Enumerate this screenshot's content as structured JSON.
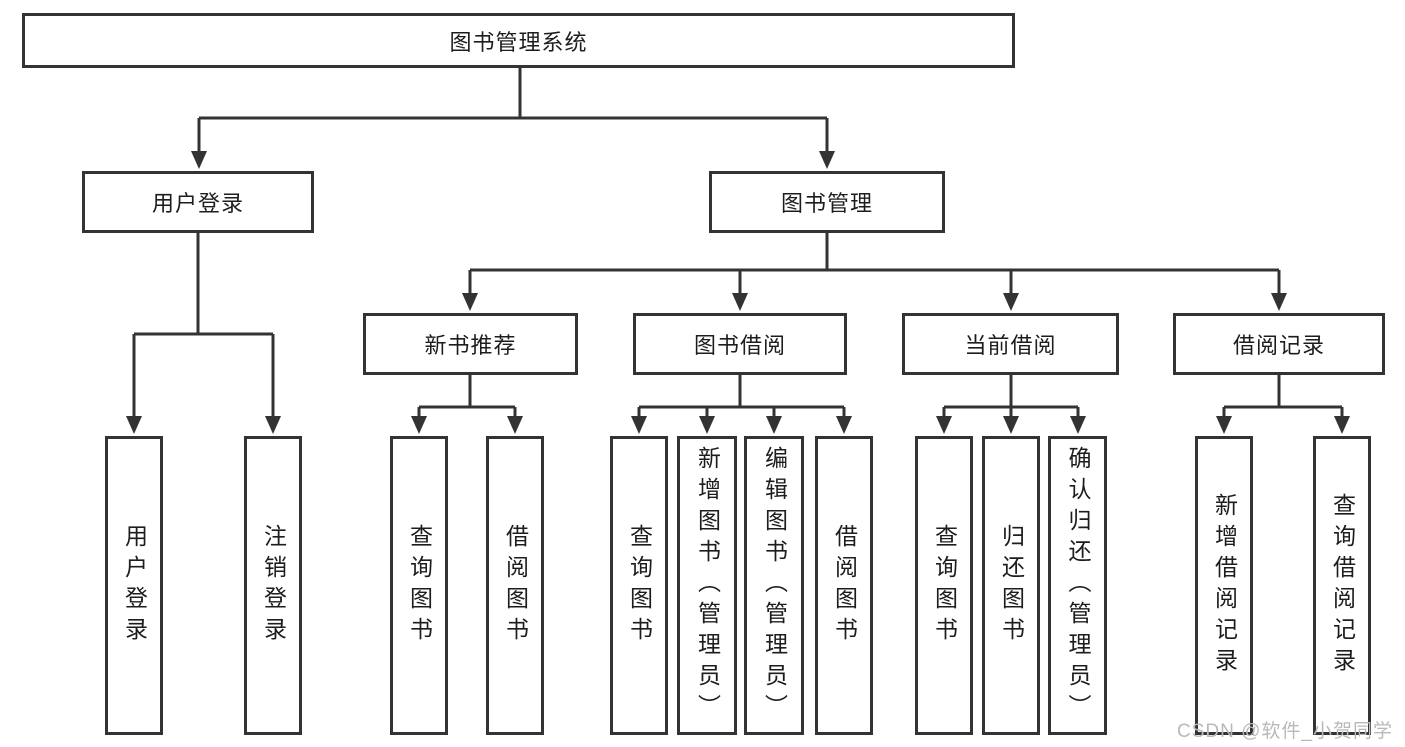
{
  "page": {
    "background_color": "#ffffff",
    "line_color": "#333333",
    "text_color": "#1d1d1d",
    "watermark_color": "#b9b9b9"
  },
  "tree": {
    "root": {
      "label": "图书管理系统",
      "children": [
        {
          "label": "用户登录",
          "children": [
            {
              "label": "用户登录"
            },
            {
              "label": "注销登录"
            }
          ]
        },
        {
          "label": "图书管理",
          "children": [
            {
              "label": "新书推荐",
              "children": [
                {
                  "label": "查询图书"
                },
                {
                  "label": "借阅图书"
                }
              ]
            },
            {
              "label": "图书借阅",
              "children": [
                {
                  "label": "查询图书"
                },
                {
                  "label": "新增图书（管理员）"
                },
                {
                  "label": "编辑图书（管理员）"
                },
                {
                  "label": "借阅图书"
                }
              ]
            },
            {
              "label": "当前借阅",
              "children": [
                {
                  "label": "查询图书"
                },
                {
                  "label": "归还图书"
                },
                {
                  "label": "确认归还（管理员）"
                }
              ]
            },
            {
              "label": "借阅记录",
              "children": [
                {
                  "label": "新增借阅记录"
                },
                {
                  "label": "查询借阅记录"
                }
              ]
            }
          ]
        }
      ]
    }
  },
  "watermark": "CSDN @软件_小贺同学"
}
